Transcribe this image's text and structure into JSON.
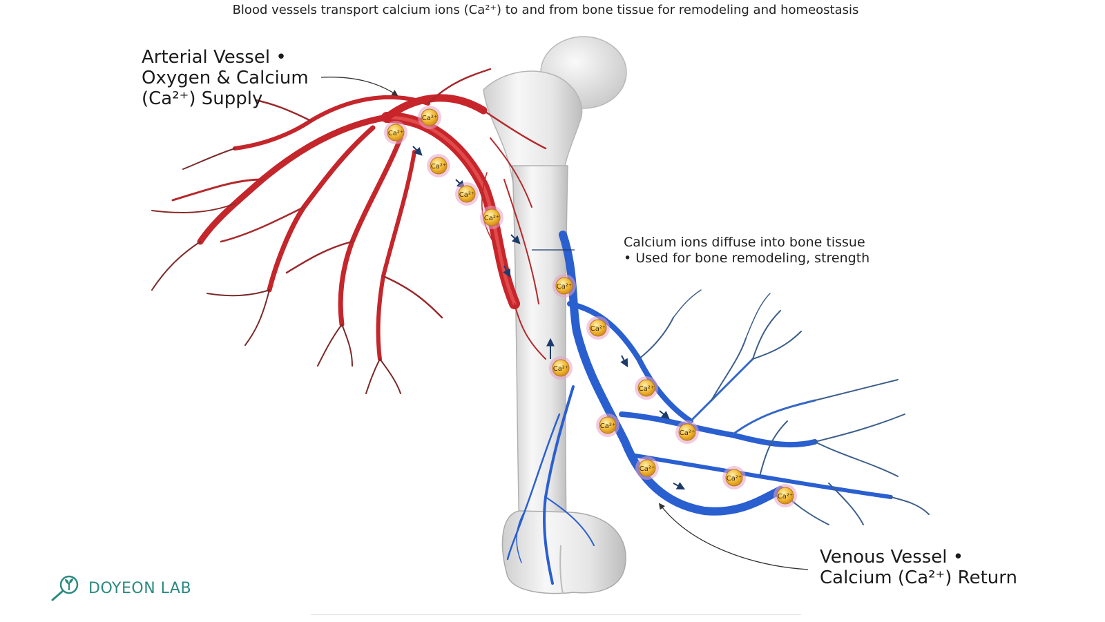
{
  "title": "Blood vessels transport calcium ions (Ca²⁺) to and from bone tissue for remodeling and homeostasis",
  "labels": {
    "arterial": [
      "Arterial Vessel •",
      "Oxygen & Calcium",
      "(Ca²⁺) Supply"
    ],
    "diffuse": [
      "Calcium ions diffuse into bone tissue",
      "• Used for bone remodeling, strength"
    ],
    "venous": [
      "Venous Vessel •",
      "Calcium (Ca²⁺) Return"
    ]
  },
  "ion_label": "Ca²⁺",
  "brand": {
    "name": "DOYEON LAB",
    "icon": "magnifier-sprout-icon"
  },
  "colors": {
    "artery": "#c8252b",
    "vein": "#2a5fd0",
    "bone": "#ececec",
    "ion": "#f1b52e",
    "ion_halo": "#e8a0c8",
    "brand": "#2b8a80"
  }
}
